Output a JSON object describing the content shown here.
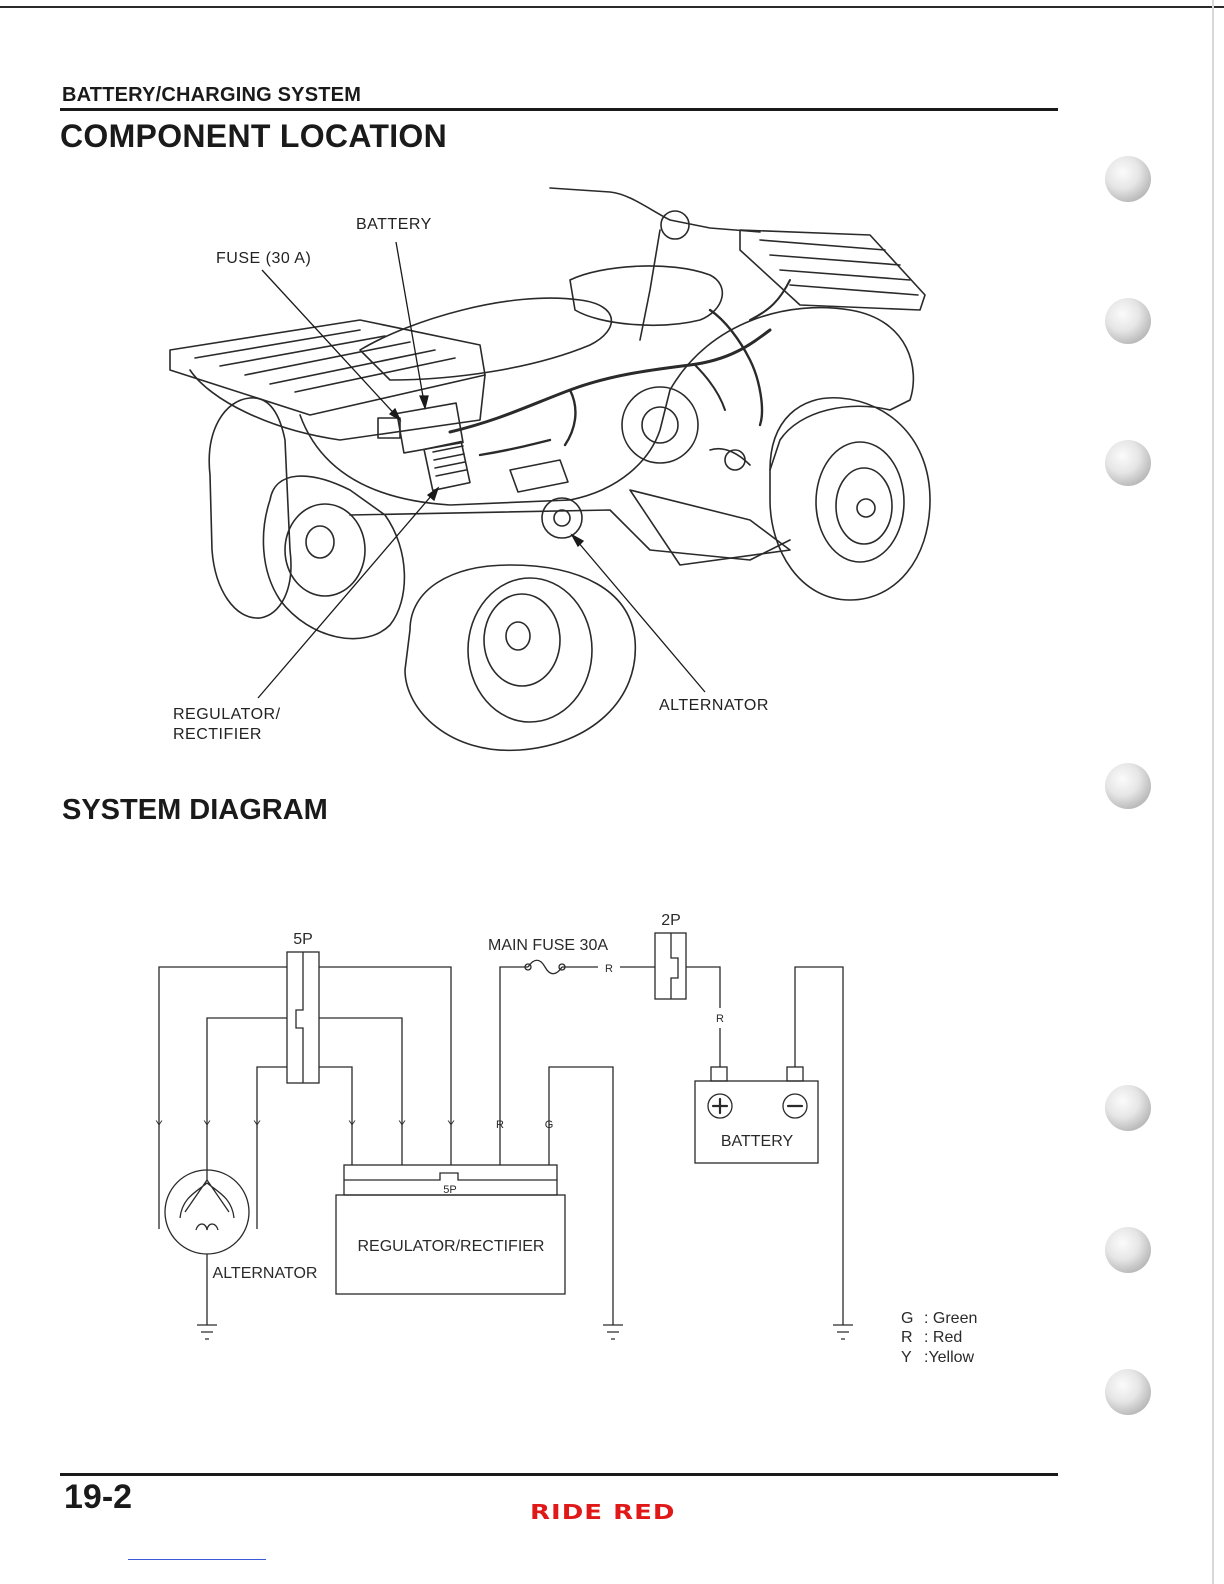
{
  "header": {
    "section": "BATTERY/CHARGING SYSTEM",
    "title": "COMPONENT LOCATION"
  },
  "component_location": {
    "callouts": {
      "battery": "BATTERY",
      "fuse": "FUSE (30 A)",
      "regulator_line1": "REGULATOR/",
      "regulator_line2": "RECTIFIER",
      "alternator": "ALTERNATOR"
    }
  },
  "system_diagram": {
    "title": "SYSTEM DIAGRAM",
    "connector_5p": "5P",
    "connector_2p": "2P",
    "main_fuse": "MAIN FUSE 30A",
    "wire_labels": {
      "y": "Y",
      "r": "R",
      "g": "G"
    },
    "battery_label": "BATTERY",
    "plus_symbol": "+",
    "minus_symbol": "−",
    "regulator_label": "REGULATOR/RECTIFIER",
    "regulator_connector": "5P",
    "alternator_label": "ALTERNATOR",
    "legend": [
      {
        "code": "G",
        "name": ": Green"
      },
      {
        "code": "R",
        "name": ": Red"
      },
      {
        "code": "Y",
        "name": ":Yellow"
      }
    ]
  },
  "footer": {
    "page_number": "19-2",
    "brand": "RIDE RED"
  }
}
